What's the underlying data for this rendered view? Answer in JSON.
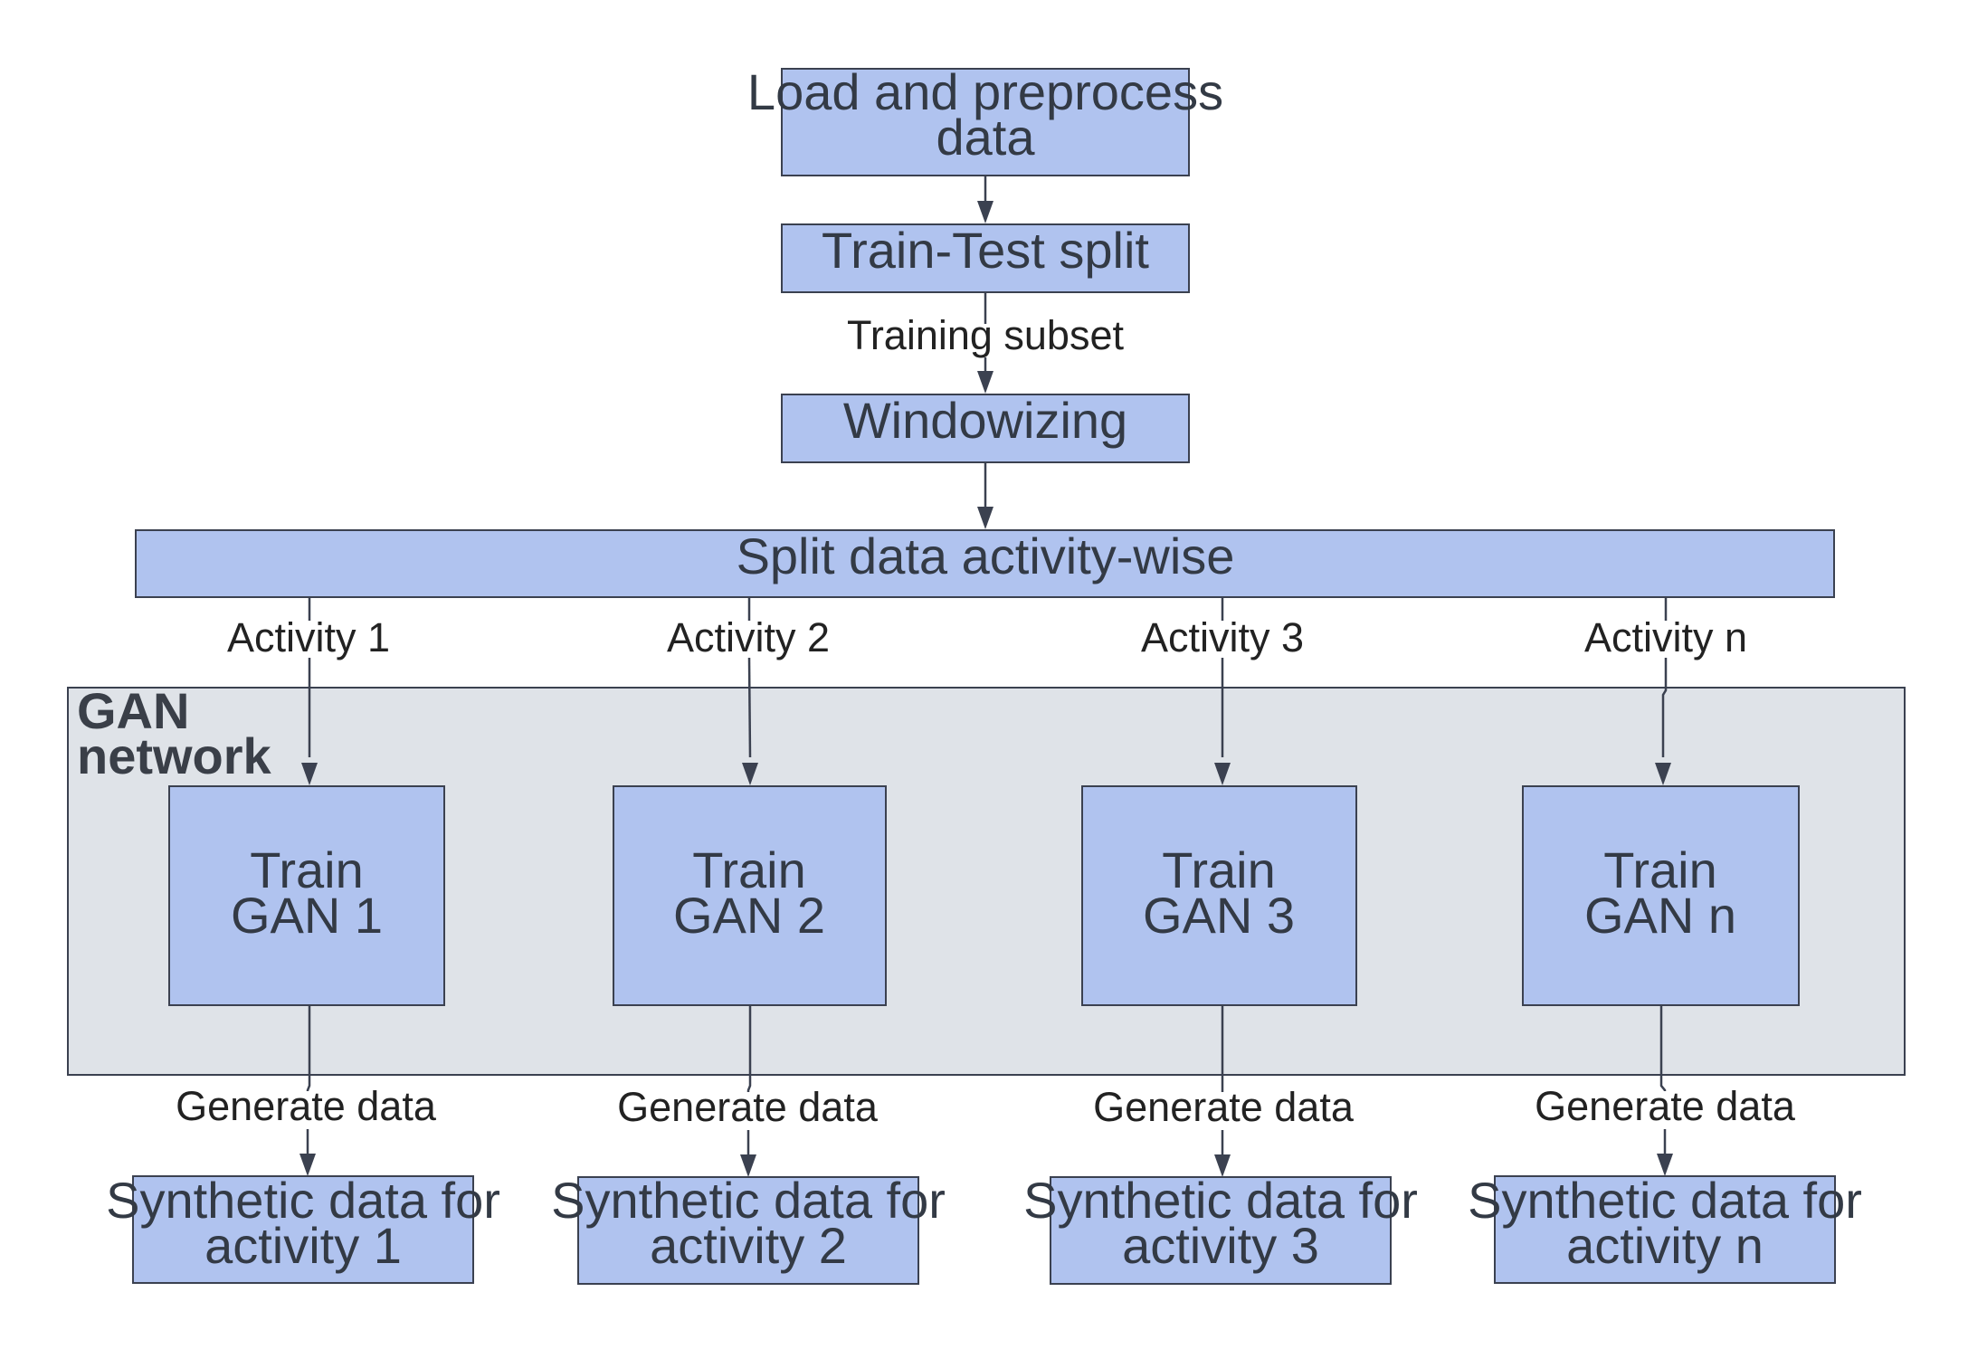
{
  "colors": {
    "node_fill": "#b0c3ef",
    "node_stroke": "#3b4150",
    "group_fill": "#dfe3e8",
    "group_stroke": "#3b4150",
    "edge": "#3b4150",
    "text": "#333a45"
  },
  "group": {
    "label_line1": "GAN",
    "label_line2": "network"
  },
  "nodes": {
    "load": {
      "line1": "Load and preprocess",
      "line2": "data"
    },
    "split": {
      "line1": "Train-Test split"
    },
    "windowizing": {
      "line1": "Windowizing"
    },
    "activity_split": {
      "line1": "Split data activity-wise"
    },
    "gan1": {
      "line1": "Train",
      "line2": "GAN 1"
    },
    "gan2": {
      "line1": "Train",
      "line2": "GAN 2"
    },
    "gan3": {
      "line1": "Train",
      "line2": "GAN 3"
    },
    "gann": {
      "line1": "Train",
      "line2": "GAN n"
    },
    "syn1": {
      "line1": "Synthetic data for",
      "line2": "activity 1"
    },
    "syn2": {
      "line1": "Synthetic data for",
      "line2": "activity 2"
    },
    "syn3": {
      "line1": "Synthetic data for",
      "line2": "activity 3"
    },
    "synn": {
      "line1": "Synthetic data for",
      "line2": "activity n"
    }
  },
  "edges": {
    "training_subset": "Training subset",
    "activity1": "Activity 1",
    "activity2": "Activity 2",
    "activity3": "Activity 3",
    "activityn": "Activity n",
    "generate1": "Generate data",
    "generate2": "Generate data",
    "generate3": "Generate data",
    "generaten": "Generate data"
  }
}
